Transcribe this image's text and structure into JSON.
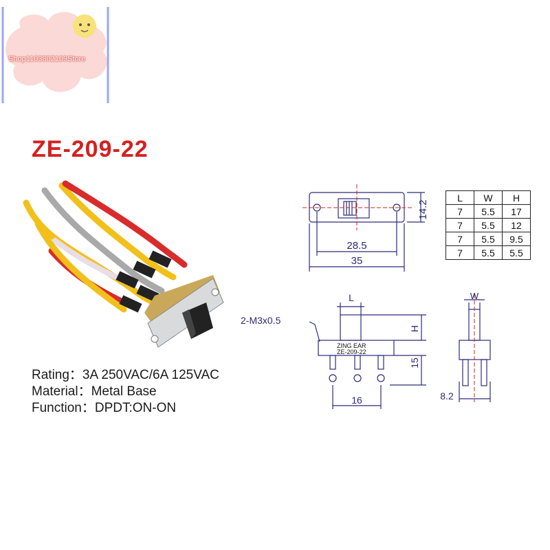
{
  "watermark": {
    "store": "Shop1103802109Store"
  },
  "title": "ZE-209-22",
  "specs": {
    "rating": "Rating：3A 250VAC/6A 125VAC",
    "material": "Material：Metal Base",
    "function": "Function：DPDT:ON-ON"
  },
  "drawing": {
    "dim_height": "14.2",
    "dim_hole_spacing": "28.5",
    "dim_length": "35",
    "dim_L": "L",
    "dim_H": "H",
    "dim_W": "W",
    "dim_15": "15",
    "dim_16": "16",
    "dim_8_2": "8.2",
    "thread": "2-M3x0.5",
    "brand": "ZING  EAR",
    "model": "ZE-209-22"
  },
  "table": {
    "headers": [
      "L",
      "W",
      "H"
    ],
    "rows": [
      [
        "7",
        "5.5",
        "17"
      ],
      [
        "7",
        "5.5",
        "12"
      ],
      [
        "7",
        "5.5",
        "9.5"
      ],
      [
        "7",
        "5.5",
        "5.5"
      ]
    ]
  },
  "colors": {
    "title": "#d6201f",
    "dimension_lines": "#2b2b7a",
    "center_lines": "#d6201f"
  }
}
